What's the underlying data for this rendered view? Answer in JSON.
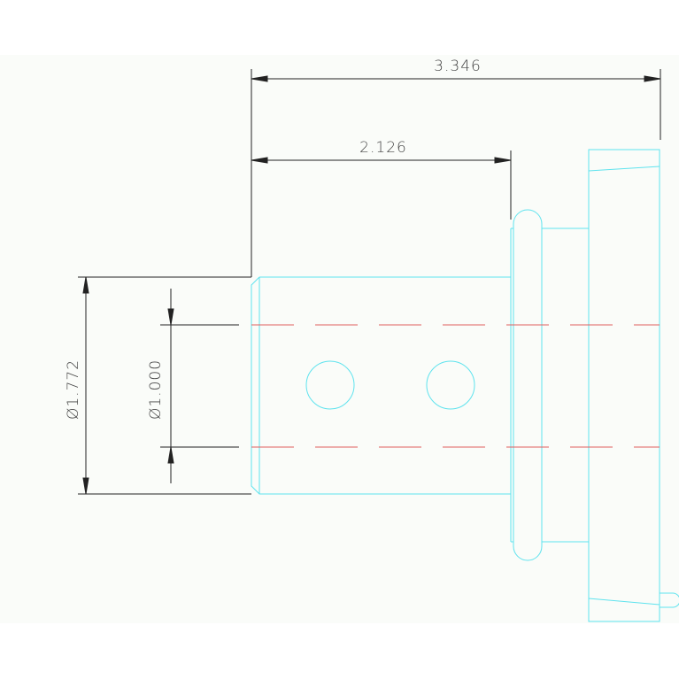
{
  "colors": {
    "background": "#fafcf9",
    "part_outline": "#5fe3ee",
    "dimension_line": "#222222",
    "centerline": "#e06060",
    "text": "#444444"
  },
  "dimensions": {
    "overall_length": "3.346",
    "shank_length": "2.126",
    "outer_diameter": "Ø1.772",
    "bore_diameter": "Ø1.000"
  }
}
